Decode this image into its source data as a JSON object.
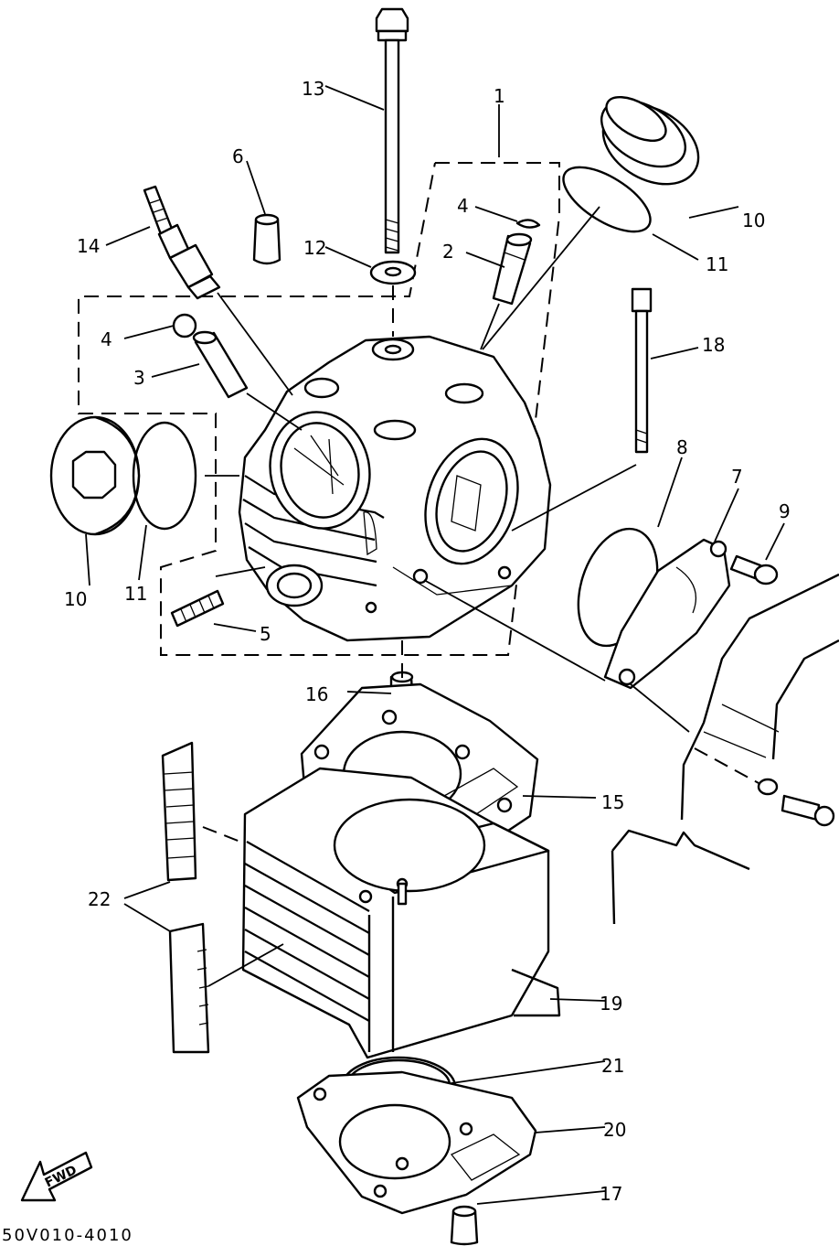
{
  "diagram": {
    "drawing_code": "50V010-4010",
    "fwd_label": "FWD",
    "callouts": {
      "c1": "1",
      "c2": "2",
      "c3": "3",
      "c4a": "4",
      "c4b": "4",
      "c5": "5",
      "c6": "6",
      "c7": "7",
      "c8": "8",
      "c9": "9",
      "c10a": "10",
      "c10b": "10",
      "c11a": "11",
      "c11b": "11",
      "c12": "12",
      "c13": "13",
      "c14": "14",
      "c15": "15",
      "c16": "16",
      "c17": "17",
      "c18": "18",
      "c19": "19",
      "c20": "20",
      "c21": "21",
      "c22": "22"
    }
  }
}
